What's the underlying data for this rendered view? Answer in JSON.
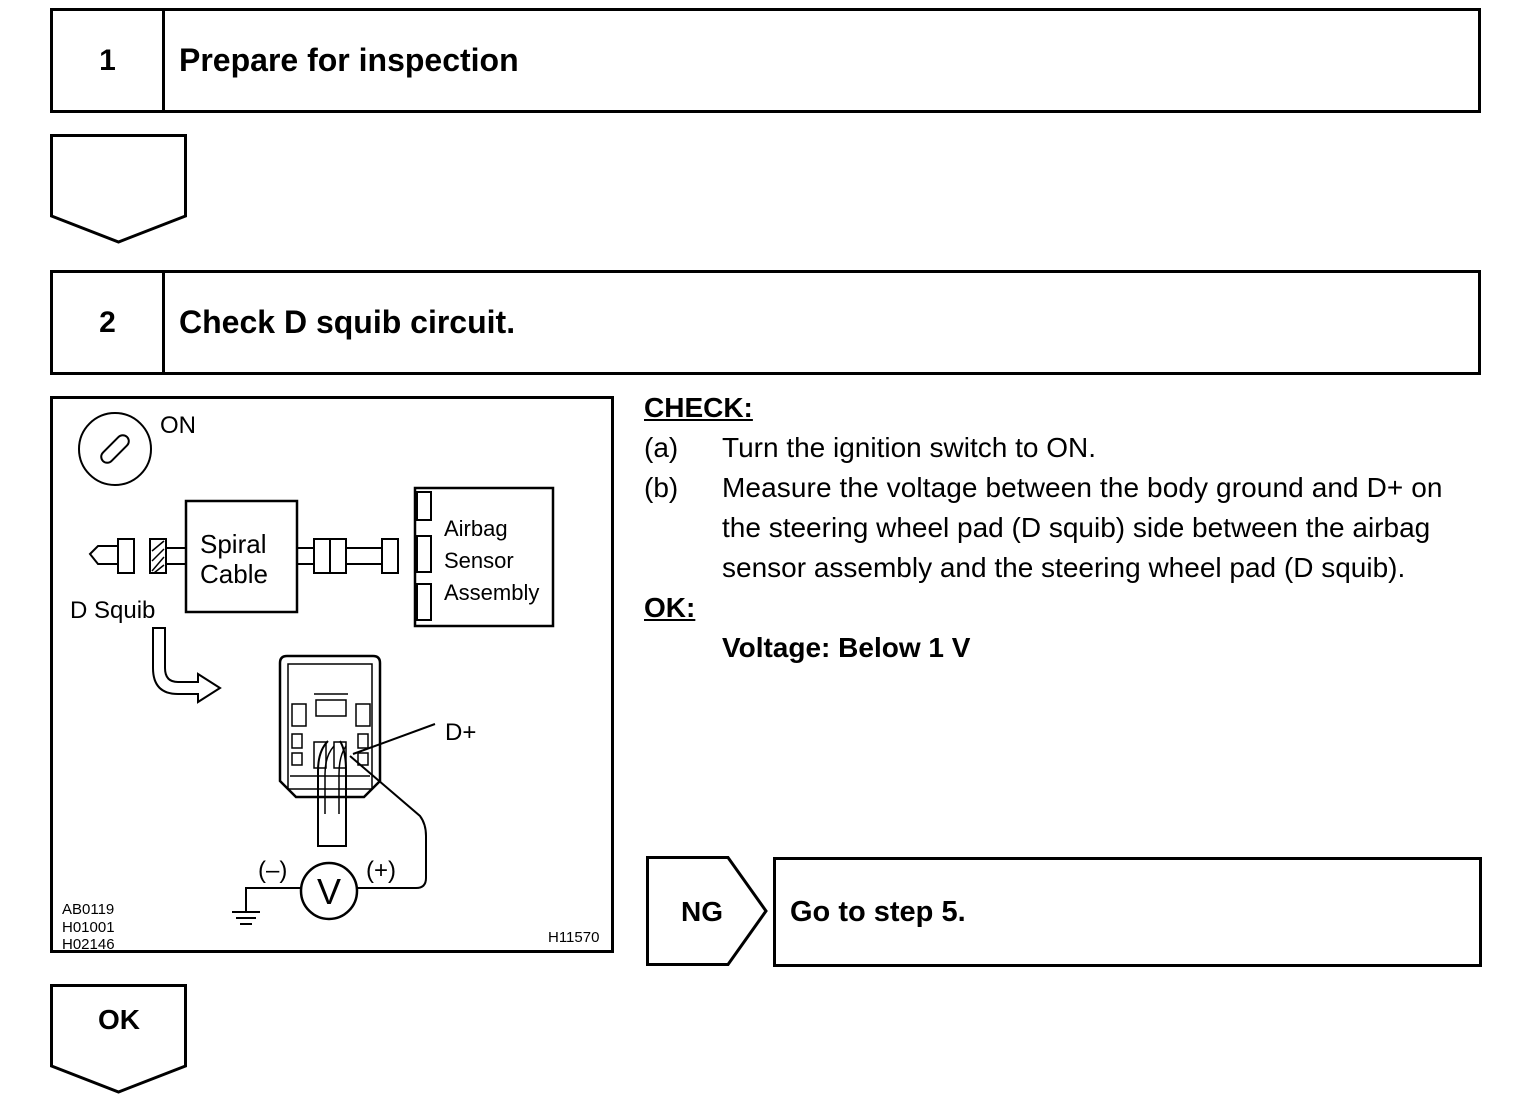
{
  "steps": [
    {
      "number": "1",
      "title": "Prepare for inspection"
    },
    {
      "number": "2",
      "title": "Check D squib circuit."
    }
  ],
  "check": {
    "heading": "CHECK:",
    "items": [
      {
        "label": "(a)",
        "lines": [
          "Turn the ignition switch to ON."
        ]
      },
      {
        "label": "(b)",
        "lines": [
          "Measure the voltage between the body ground and D+ on",
          "the steering wheel pad (D squib) side between the airbag",
          "sensor assembly and the steering wheel pad (D squib)."
        ]
      }
    ]
  },
  "ok_spec": {
    "heading": "OK:",
    "value": "Voltage: Below 1 V"
  },
  "ng": {
    "label": "NG",
    "action": "Go to step 5."
  },
  "ok_arrow": {
    "label": "OK"
  },
  "diagram": {
    "ignition_label": "ON",
    "spiral_cable": [
      "Spiral",
      "Cable"
    ],
    "airbag_sensor": [
      "Airbag",
      "Sensor",
      "Assembly"
    ],
    "d_squib_label": "D Squib",
    "d_plus_label": "D+",
    "minus_label": "(–)",
    "plus_label": "(+)",
    "meter_symbol": "V",
    "codes_left": [
      "AB0119",
      "H01001",
      "H02146"
    ],
    "code_right": "H11570"
  }
}
